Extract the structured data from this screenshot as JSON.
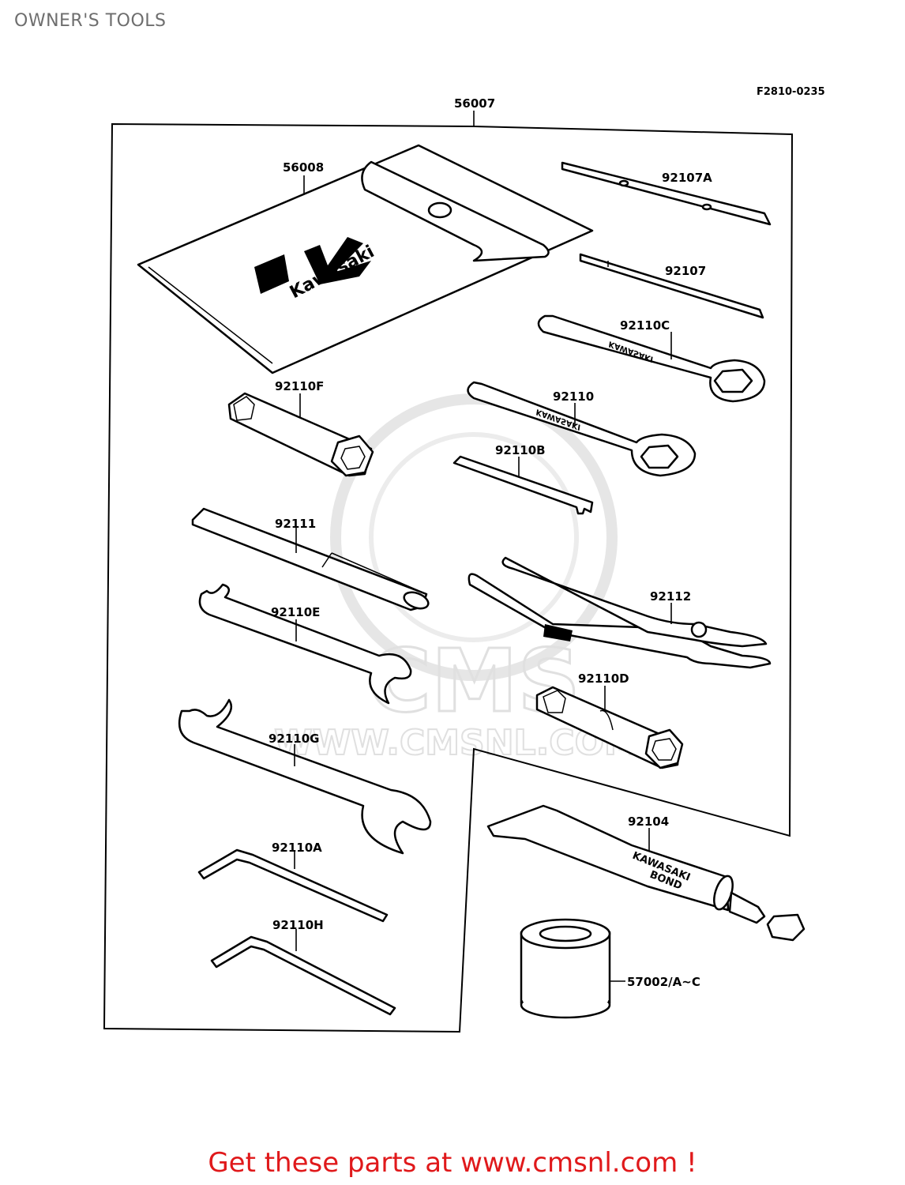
{
  "page": {
    "title": "OWNER'S TOOLS",
    "figure_id": "F2810-0235"
  },
  "parts": [
    {
      "number": "56007"
    },
    {
      "number": "56008"
    },
    {
      "number": "92107A"
    },
    {
      "number": "92107"
    },
    {
      "number": "92110C"
    },
    {
      "number": "92110F"
    },
    {
      "number": "92110"
    },
    {
      "number": "92110B"
    },
    {
      "number": "92111"
    },
    {
      "number": "92112"
    },
    {
      "number": "92110E"
    },
    {
      "number": "92110D"
    },
    {
      "number": "92110G"
    },
    {
      "number": "92104"
    },
    {
      "number": "92110A"
    },
    {
      "number": "92110H"
    },
    {
      "number": "57002/A~C"
    }
  ],
  "printed_text": {
    "pouch_brand": "Kawasaki",
    "wrench_text": "KAWASAKI",
    "tube_line1": "KAWASAKI",
    "tube_line2": "BOND"
  },
  "watermark": {
    "text": "WWW.CMSNL.COM",
    "logo": "CMS"
  },
  "banner": {
    "text": "Get these parts at www.cmsnl.com !",
    "color": "#e0191b"
  },
  "icons": [
    "kawasaki-logo-icon",
    "cms-watermark-icon"
  ]
}
